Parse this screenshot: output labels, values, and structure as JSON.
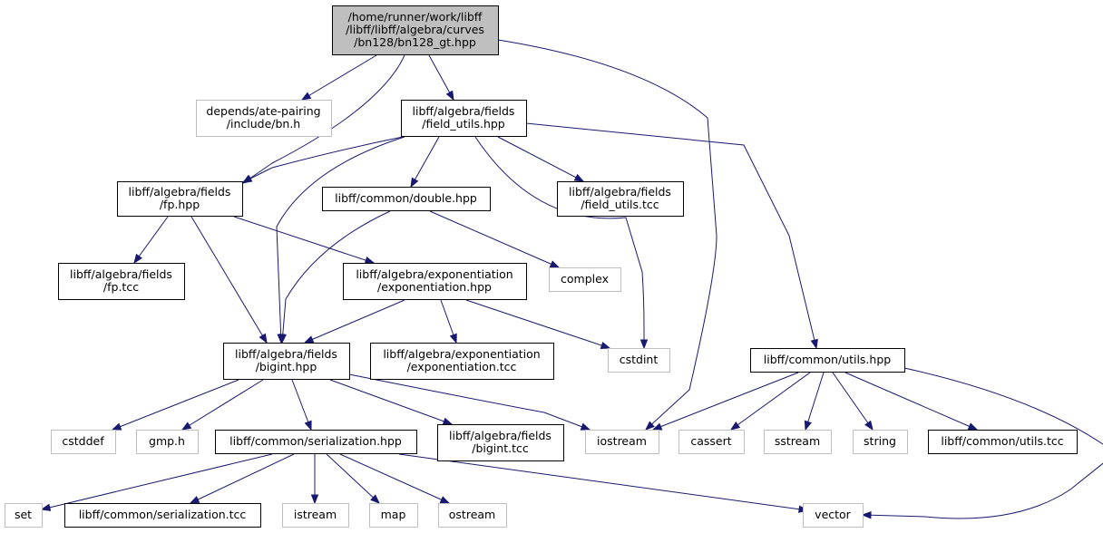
{
  "colors": {
    "edge": "#191970",
    "root_fill": "#bfbfbf",
    "node_border": "#000000",
    "external_border": "#bfbfbf",
    "text": "#000000"
  },
  "nodes": [
    {
      "id": "root",
      "lines": [
        "/home/runner/work/libff",
        "/libff/libff/algebra/curves",
        "/bn128/bn128_gt.hpp"
      ],
      "kind": "root"
    },
    {
      "id": "bn_h",
      "lines": [
        "depends/ate-pairing",
        "/include/bn.h"
      ],
      "kind": "external"
    },
    {
      "id": "field_utils_hpp",
      "lines": [
        "libff/algebra/fields",
        "/field_utils.hpp"
      ],
      "kind": "local"
    },
    {
      "id": "fp_hpp",
      "lines": [
        "libff/algebra/fields",
        "/fp.hpp"
      ],
      "kind": "local"
    },
    {
      "id": "double_hpp",
      "lines": [
        "libff/common/double.hpp"
      ],
      "kind": "local"
    },
    {
      "id": "field_utils_tcc",
      "lines": [
        "libff/algebra/fields",
        "/field_utils.tcc"
      ],
      "kind": "local"
    },
    {
      "id": "fp_tcc",
      "lines": [
        "libff/algebra/fields",
        "/fp.tcc"
      ],
      "kind": "local"
    },
    {
      "id": "exp_hpp",
      "lines": [
        "libff/algebra/exponentiation",
        "/exponentiation.hpp"
      ],
      "kind": "local"
    },
    {
      "id": "complex",
      "lines": [
        "complex"
      ],
      "kind": "external"
    },
    {
      "id": "bigint_hpp",
      "lines": [
        "libff/algebra/fields",
        "/bigint.hpp"
      ],
      "kind": "local"
    },
    {
      "id": "exp_tcc",
      "lines": [
        "libff/algebra/exponentiation",
        "/exponentiation.tcc"
      ],
      "kind": "local"
    },
    {
      "id": "cstdint",
      "lines": [
        "cstdint"
      ],
      "kind": "external"
    },
    {
      "id": "utils_hpp",
      "lines": [
        "libff/common/utils.hpp"
      ],
      "kind": "local"
    },
    {
      "id": "cstddef",
      "lines": [
        "cstddef"
      ],
      "kind": "external"
    },
    {
      "id": "gmp_h",
      "lines": [
        "gmp.h"
      ],
      "kind": "external"
    },
    {
      "id": "serialization_hpp",
      "lines": [
        "libff/common/serialization.hpp"
      ],
      "kind": "local"
    },
    {
      "id": "bigint_tcc",
      "lines": [
        "libff/algebra/fields",
        "/bigint.tcc"
      ],
      "kind": "local"
    },
    {
      "id": "iostream",
      "lines": [
        "iostream"
      ],
      "kind": "external"
    },
    {
      "id": "cassert",
      "lines": [
        "cassert"
      ],
      "kind": "external"
    },
    {
      "id": "sstream",
      "lines": [
        "sstream"
      ],
      "kind": "external"
    },
    {
      "id": "string",
      "lines": [
        "string"
      ],
      "kind": "external"
    },
    {
      "id": "utils_tcc",
      "lines": [
        "libff/common/utils.tcc"
      ],
      "kind": "local"
    },
    {
      "id": "set",
      "lines": [
        "set"
      ],
      "kind": "external"
    },
    {
      "id": "serialization_tcc",
      "lines": [
        "libff/common/serialization.tcc"
      ],
      "kind": "local"
    },
    {
      "id": "istream",
      "lines": [
        "istream"
      ],
      "kind": "external"
    },
    {
      "id": "map",
      "lines": [
        "map"
      ],
      "kind": "external"
    },
    {
      "id": "ostream",
      "lines": [
        "ostream"
      ],
      "kind": "external"
    },
    {
      "id": "vector",
      "lines": [
        "vector"
      ],
      "kind": "external"
    }
  ],
  "edges": [
    {
      "from": "root",
      "to": "bn_h"
    },
    {
      "from": "root",
      "to": "fp_hpp"
    },
    {
      "from": "root",
      "to": "field_utils_hpp"
    },
    {
      "from": "root",
      "to": "iostream"
    },
    {
      "from": "field_utils_hpp",
      "to": "fp_hpp"
    },
    {
      "from": "field_utils_hpp",
      "to": "bigint_hpp"
    },
    {
      "from": "field_utils_hpp",
      "to": "double_hpp"
    },
    {
      "from": "field_utils_hpp",
      "to": "field_utils_tcc"
    },
    {
      "from": "field_utils_hpp",
      "to": "cstdint"
    },
    {
      "from": "field_utils_hpp",
      "to": "utils_hpp"
    },
    {
      "from": "fp_hpp",
      "to": "fp_tcc"
    },
    {
      "from": "fp_hpp",
      "to": "bigint_hpp"
    },
    {
      "from": "fp_hpp",
      "to": "exp_hpp"
    },
    {
      "from": "double_hpp",
      "to": "bigint_hpp"
    },
    {
      "from": "double_hpp",
      "to": "complex"
    },
    {
      "from": "exp_hpp",
      "to": "bigint_hpp"
    },
    {
      "from": "exp_hpp",
      "to": "exp_tcc"
    },
    {
      "from": "exp_hpp",
      "to": "cstdint"
    },
    {
      "from": "bigint_hpp",
      "to": "cstddef"
    },
    {
      "from": "bigint_hpp",
      "to": "gmp_h"
    },
    {
      "from": "bigint_hpp",
      "to": "serialization_hpp"
    },
    {
      "from": "bigint_hpp",
      "to": "bigint_tcc"
    },
    {
      "from": "bigint_hpp",
      "to": "iostream"
    },
    {
      "from": "utils_hpp",
      "to": "iostream"
    },
    {
      "from": "utils_hpp",
      "to": "cassert"
    },
    {
      "from": "utils_hpp",
      "to": "sstream"
    },
    {
      "from": "utils_hpp",
      "to": "string"
    },
    {
      "from": "utils_hpp",
      "to": "utils_tcc"
    },
    {
      "from": "utils_hpp",
      "to": "vector"
    },
    {
      "from": "serialization_hpp",
      "to": "set"
    },
    {
      "from": "serialization_hpp",
      "to": "serialization_tcc"
    },
    {
      "from": "serialization_hpp",
      "to": "istream"
    },
    {
      "from": "serialization_hpp",
      "to": "map"
    },
    {
      "from": "serialization_hpp",
      "to": "ostream"
    },
    {
      "from": "serialization_hpp",
      "to": "vector"
    }
  ]
}
